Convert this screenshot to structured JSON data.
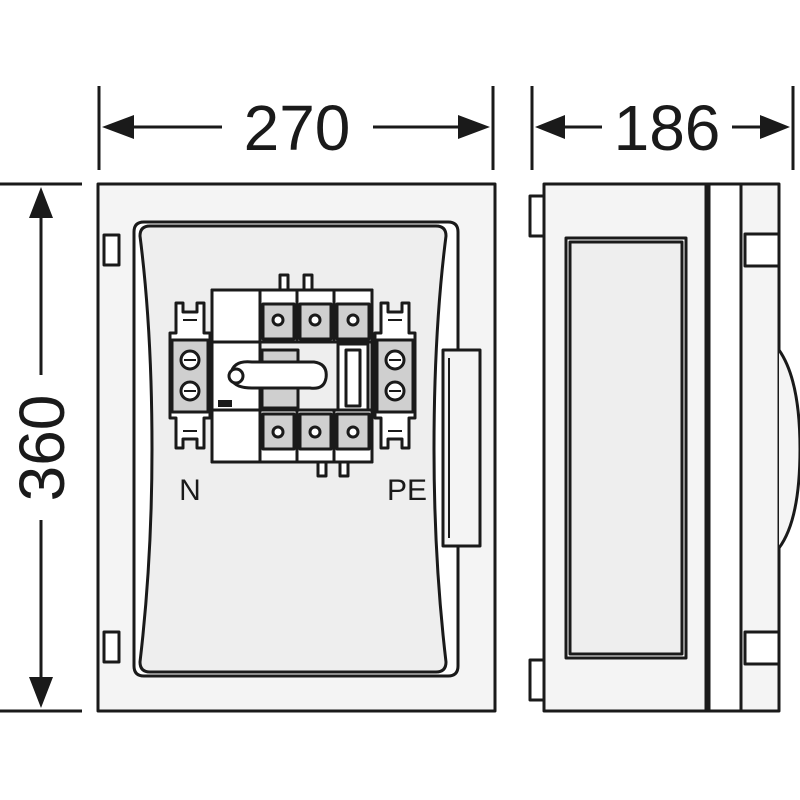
{
  "dimensions": {
    "width": "270",
    "depth": "186",
    "height": "360"
  },
  "terminals": {
    "neutral_label": "N",
    "earth_label": "PE"
  },
  "colors": {
    "line": "#1a1a1a",
    "panel": "#eeeeee",
    "frame": "#f4f4f4",
    "terminal": "#cfcfcf",
    "background": "#ffffff"
  }
}
